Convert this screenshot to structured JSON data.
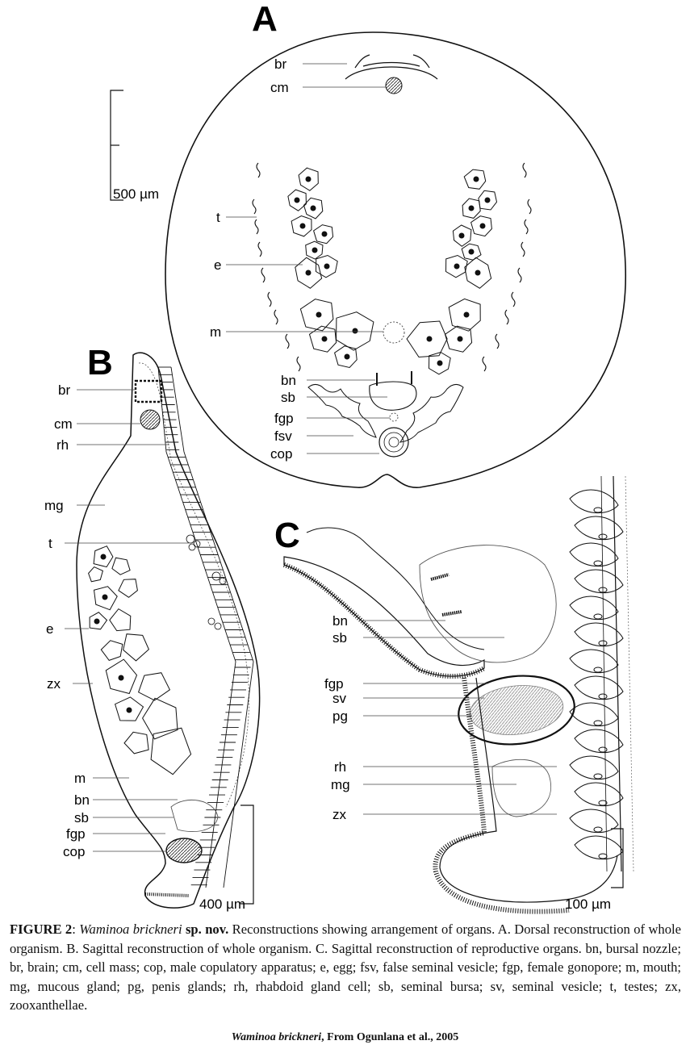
{
  "panel_letters": [
    "A",
    "B",
    "C"
  ],
  "panel_a": {
    "labels": [
      "br",
      "cm",
      "t",
      "e",
      "m",
      "bn",
      "sb",
      "fgp",
      "fsv",
      "cop"
    ],
    "scale_bar": "500 µm"
  },
  "panel_b": {
    "labels": [
      "br",
      "cm",
      "rh",
      "mg",
      "t",
      "e",
      "zx",
      "m",
      "bn",
      "sb",
      "fgp",
      "cop"
    ],
    "scale_bar": "400 µm"
  },
  "panel_c": {
    "labels": [
      "bn",
      "sb",
      "fgp",
      "sv",
      "pg",
      "rh",
      "mg",
      "zx"
    ],
    "scale_bar": "100 µm"
  },
  "caption": {
    "figure_label": "FIGURE 2",
    "species": "Waminoa brickneri",
    "species_suffix": "sp. nov.",
    "text": "Reconstructions showing arrangement of organs. A. Dorsal reconstruction of whole organism. B. Sagittal reconstruction of whole organism. C. Sagittal reconstruction of reproductive organs. bn, bursal nozzle; br, brain; cm, cell mass; cop, male copulatory apparatus; e, egg; fsv, false seminal vesicle; fgp, female gonopore; m, mouth; mg, mucous gland; pg, penis glands; rh, rhabdoid gland cell; sb, seminal bursa; sv, seminal vesicle; t, testes; zx, zooxanthellae."
  },
  "source": {
    "species": "Waminoa brickneri",
    "text": ", From Ogunlana et al., 2005"
  }
}
